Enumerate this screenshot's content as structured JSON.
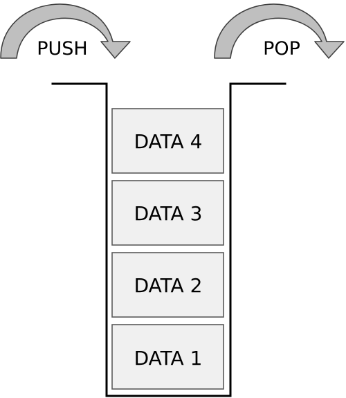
{
  "operations": {
    "push": {
      "label": "PUSH",
      "icon": "curved-arrow-right-icon"
    },
    "pop": {
      "label": "POP",
      "icon": "curved-arrow-right-icon"
    }
  },
  "stack": {
    "items": [
      {
        "label": "DATA 4"
      },
      {
        "label": "DATA 3"
      },
      {
        "label": "DATA 2"
      },
      {
        "label": "DATA 1"
      }
    ]
  },
  "colors": {
    "arrow_fill": "#bfbfbf",
    "arrow_stroke": "#404040",
    "box_fill": "#f0f0f0",
    "box_stroke": "#5a5a5a",
    "wall": "#000000"
  }
}
